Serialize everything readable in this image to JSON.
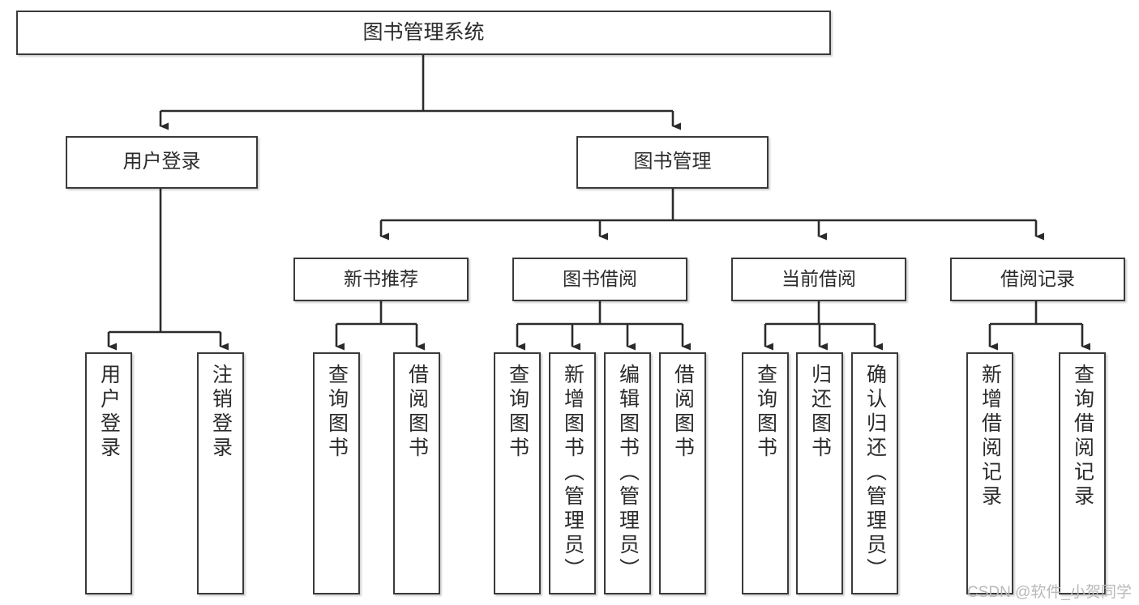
{
  "diagram": {
    "title": "图书管理系统",
    "type": "tree-hierarchy-chart",
    "colors": {
      "box_border": "#3a3a3a",
      "box_fill": "#ffffff",
      "connector": "#2b2b2b",
      "text": "#2b2b2b",
      "watermark": "#b9b9b9",
      "background": "#ffffff"
    },
    "watermark": "CSDN @软件_小贺同学"
  },
  "nodes": {
    "root": {
      "label": "图书管理系统"
    },
    "level1": [
      {
        "label": "用户登录"
      },
      {
        "label": "图书管理"
      }
    ],
    "level2": [
      {
        "label": "新书推荐"
      },
      {
        "label": "图书借阅"
      },
      {
        "label": "当前借阅"
      },
      {
        "label": "借阅记录"
      }
    ],
    "leaves": {
      "user_login": [
        {
          "label": "用户登录"
        },
        {
          "label": "注销登录"
        }
      ],
      "new_book_recommend": [
        {
          "label": "查询图书"
        },
        {
          "label": "借阅图书"
        }
      ],
      "book_borrow": [
        {
          "label": "查询图书"
        },
        {
          "label": "新增图书（管理员）"
        },
        {
          "label": "编辑图书（管理员）"
        },
        {
          "label": "借阅图书"
        }
      ],
      "current_borrow": [
        {
          "label": "查询图书"
        },
        {
          "label": "归还图书"
        },
        {
          "label": "确认归还（管理员）"
        }
      ],
      "borrow_record": [
        {
          "label": "新增借阅记录"
        },
        {
          "label": "查询借阅记录"
        }
      ]
    }
  },
  "chart_data": {
    "type": "table",
    "title": "图书管理系统",
    "tree": [
      {
        "name": "图书管理系统",
        "children": [
          {
            "name": "用户登录",
            "children": [
              {
                "name": "用户登录"
              },
              {
                "name": "注销登录"
              }
            ]
          },
          {
            "name": "图书管理",
            "children": [
              {
                "name": "新书推荐",
                "children": [
                  {
                    "name": "查询图书"
                  },
                  {
                    "name": "借阅图书"
                  }
                ]
              },
              {
                "name": "图书借阅",
                "children": [
                  {
                    "name": "查询图书"
                  },
                  {
                    "name": "新增图书（管理员）"
                  },
                  {
                    "name": "编辑图书（管理员）"
                  },
                  {
                    "name": "借阅图书"
                  }
                ]
              },
              {
                "name": "当前借阅",
                "children": [
                  {
                    "name": "查询图书"
                  },
                  {
                    "name": "归还图书"
                  },
                  {
                    "name": "确认归还（管理员）"
                  }
                ]
              },
              {
                "name": "借阅记录",
                "children": [
                  {
                    "name": "新增借阅记录"
                  },
                  {
                    "name": "查询借阅记录"
                  }
                ]
              }
            ]
          }
        ]
      }
    ]
  }
}
